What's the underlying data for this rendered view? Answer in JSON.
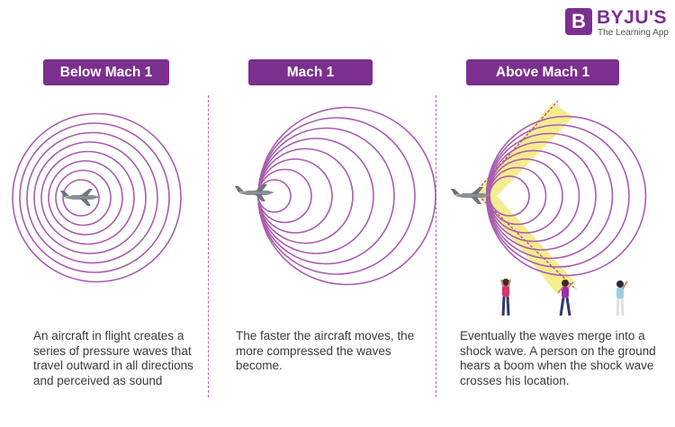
{
  "logo": {
    "mark": "B",
    "name": "BYJU'S",
    "tagline": "The Learning App"
  },
  "panels": [
    {
      "label": "Below Mach 1",
      "caption": "An aircraft in flight creates a series of pressure waves that travel outward in all directions and perceived as sound"
    },
    {
      "label": "Mach 1",
      "caption": "The faster the aircraft moves, the more compressed the waves become."
    },
    {
      "label": "Above Mach 1",
      "caption": "Eventually the waves merge into a shock wave. A person on the ground hears a boom when the shock wave crosses his location."
    }
  ],
  "icons": [
    "jet-aircraft-icon",
    "person-icon"
  ],
  "colors": {
    "brand": "#7b2f8f",
    "wave": "#a95db0",
    "shock_fill": "#f2e66a",
    "text": "#3a3a3a"
  }
}
